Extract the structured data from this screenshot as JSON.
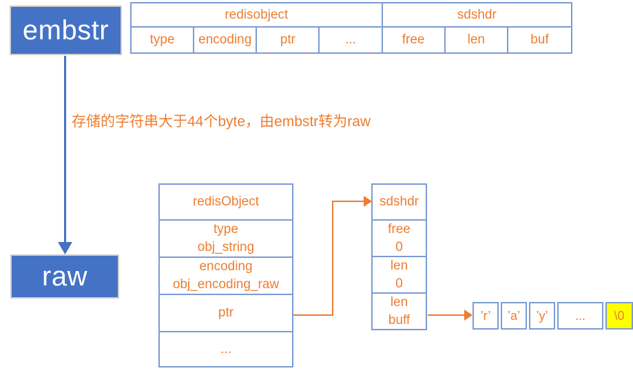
{
  "colors": {
    "box_blue": "#4472C4",
    "table_border_blue": "#7B9BD2",
    "text_orange": "#ED7D31",
    "highlight_yellow": "#FFFF00",
    "box_text_white": "#FFFFFF"
  },
  "embstr_box": {
    "label": "embstr"
  },
  "raw_box": {
    "label": "raw"
  },
  "transition_note": "存储的字符串大于44个byte，由embstr转为raw",
  "top_table": {
    "group_headers": [
      "redisobject",
      "sdshdr"
    ],
    "columns": [
      "type",
      "encoding",
      "ptr",
      "...",
      "free",
      "len",
      "buf"
    ]
  },
  "redis_object_table": {
    "title": "redisObject",
    "rows": [
      {
        "line1": "type",
        "line2": "obj_string"
      },
      {
        "line1": "encoding",
        "line2": "obj_encoding_raw"
      },
      {
        "line1": "ptr"
      },
      {
        "line1": "..."
      }
    ]
  },
  "sdshdr_table": {
    "title": "sdshdr",
    "rows": [
      {
        "line1": "free",
        "line2": "0"
      },
      {
        "line1": "len",
        "line2": "0"
      },
      {
        "line1": "len",
        "line2": "buff"
      }
    ]
  },
  "char_array": {
    "cells": [
      "’r’",
      "’a’",
      "’y’",
      "...",
      "\\0"
    ]
  }
}
